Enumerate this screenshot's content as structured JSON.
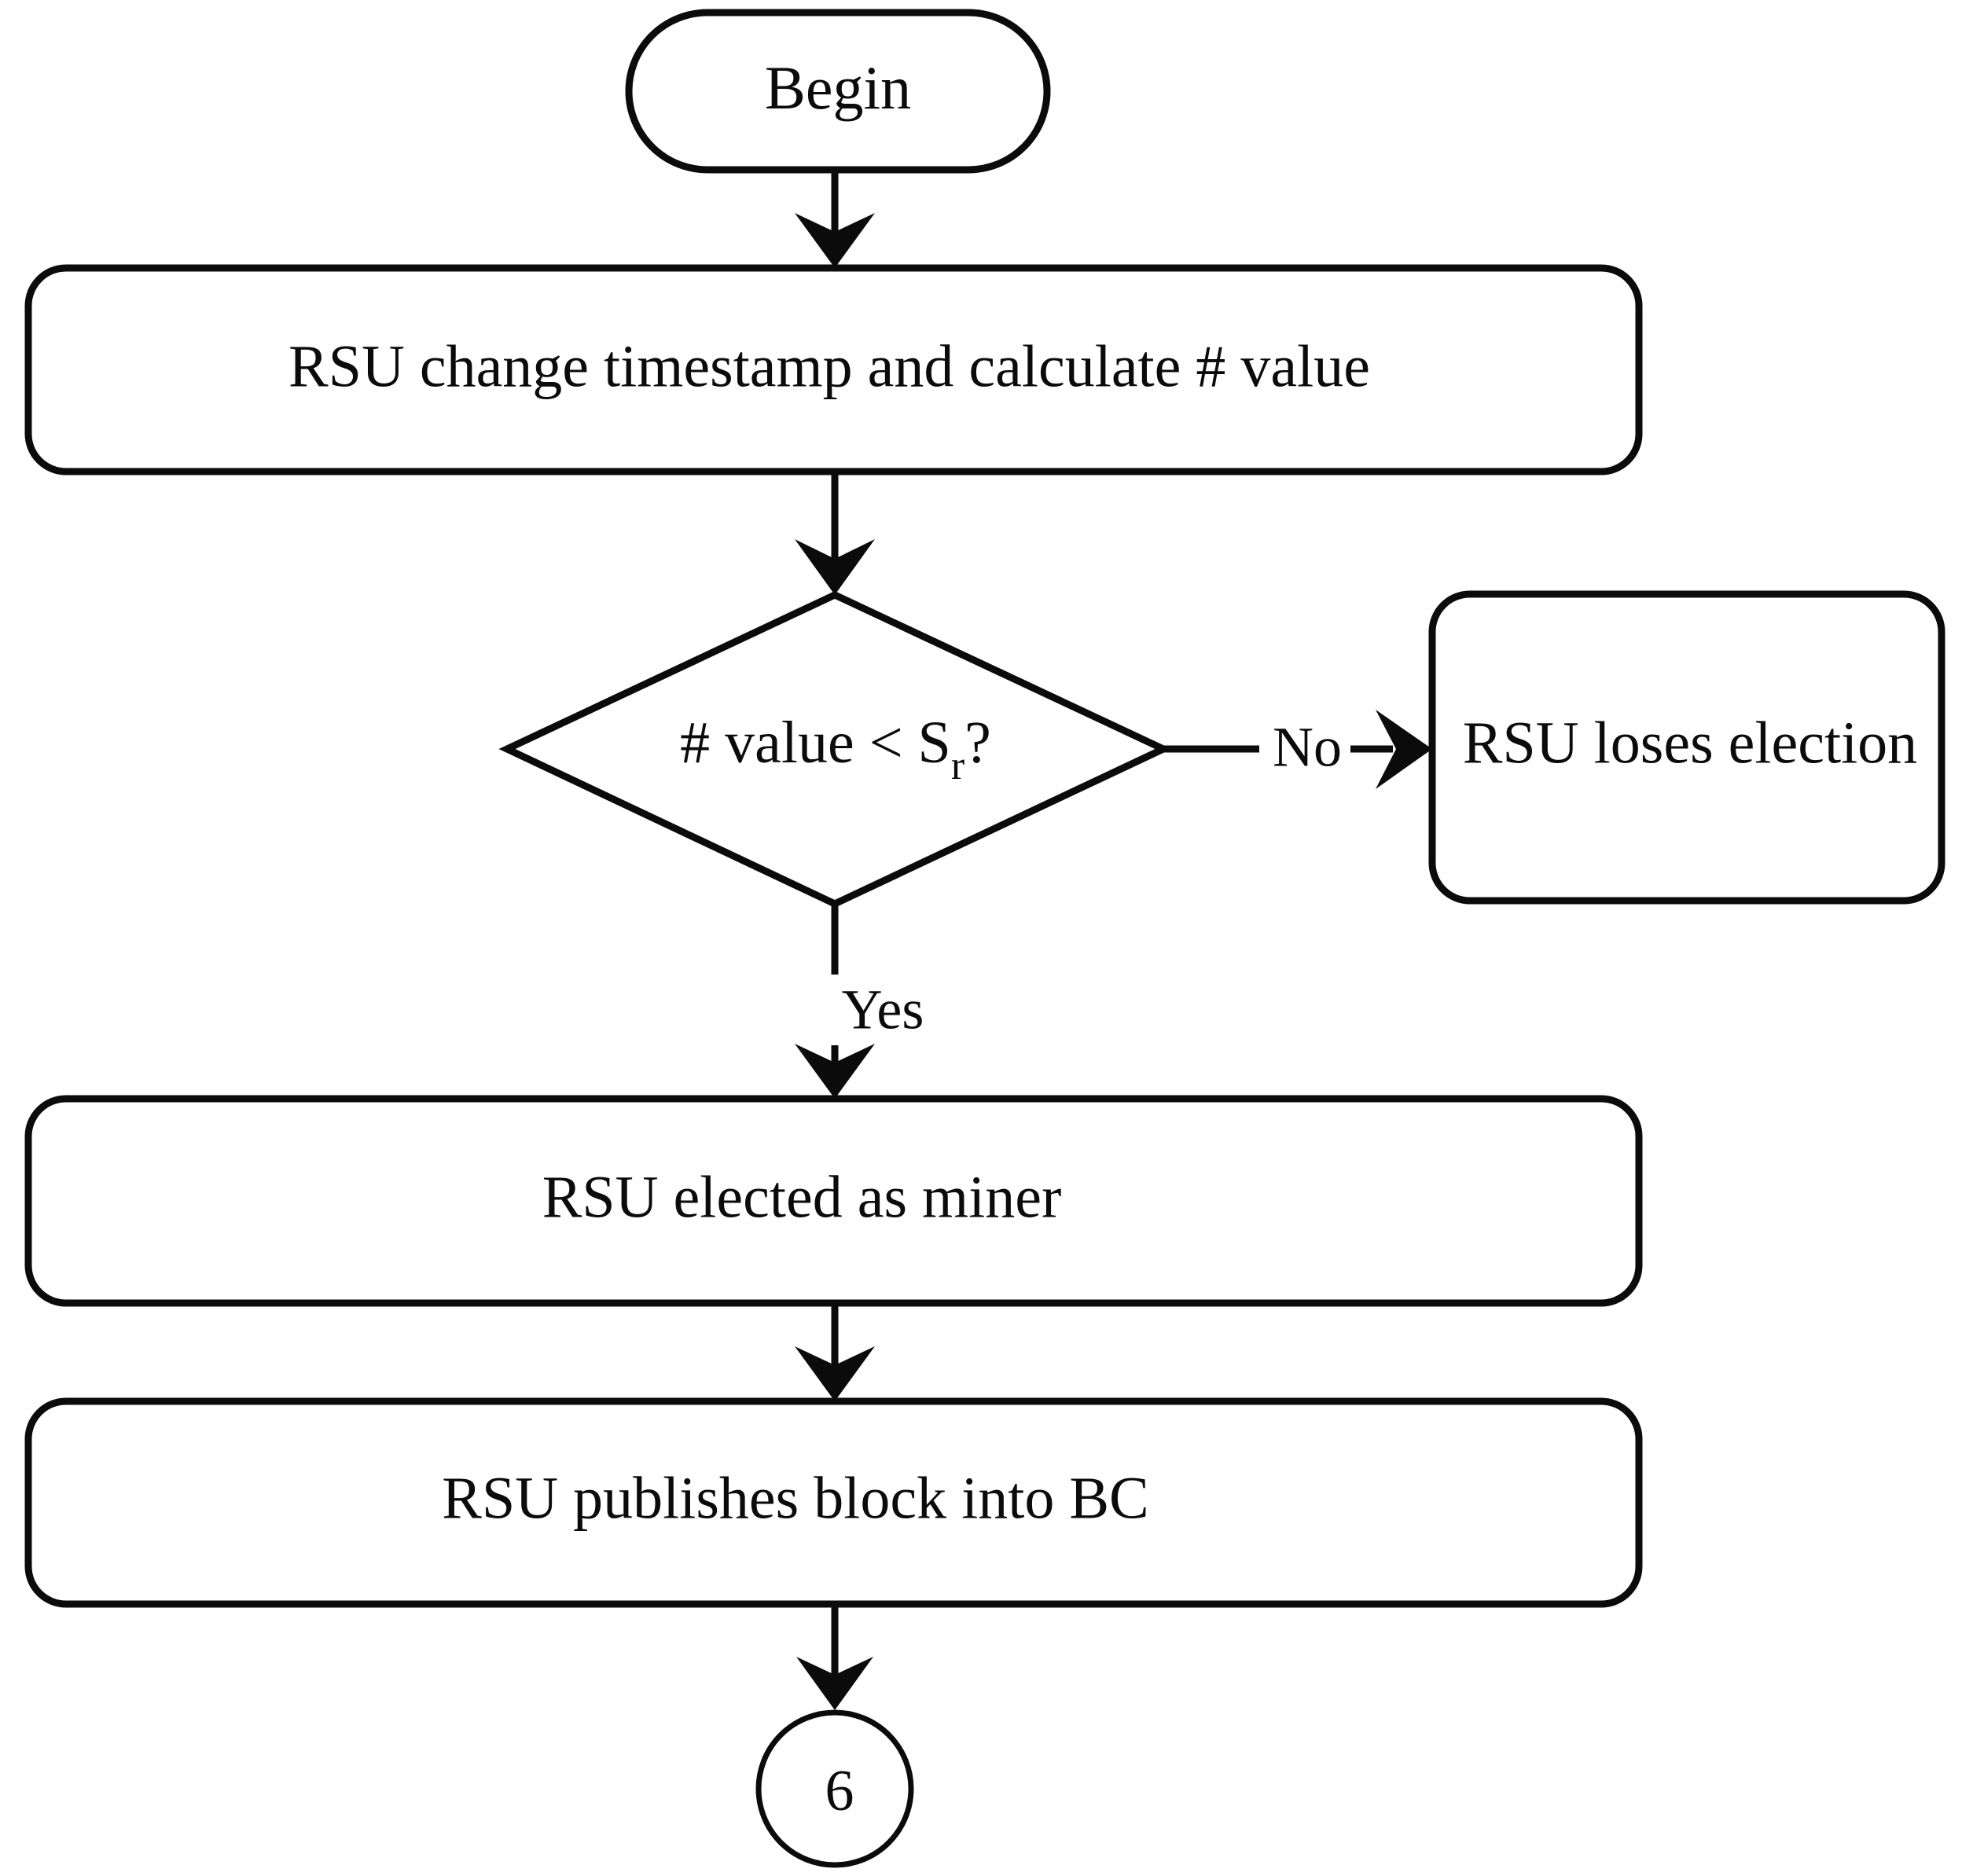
{
  "diagram": {
    "type": "flowchart",
    "title": "RSU miner election flowchart",
    "orientation": "top-to-bottom",
    "background_color": "#ffffff",
    "line_color": "#0b0b0b",
    "text_color": "#0b0b0b"
  },
  "nodes": {
    "begin": {
      "label": "Begin",
      "shape": "stadium",
      "role": "start-terminator"
    },
    "hash_calc": {
      "label": "RSU change timestamp and calculate # value",
      "shape": "rounded-rectangle",
      "role": "process"
    },
    "decision": {
      "label_prefix": "# value < S",
      "label_subscript": "r",
      "label_suffix": "?",
      "label_plain": "# value < Sr?",
      "shape": "diamond",
      "role": "decision"
    },
    "loses": {
      "label": "RSU loses election",
      "shape": "rounded-rectangle",
      "role": "process"
    },
    "elected": {
      "label": "RSU elected as miner",
      "shape": "rounded-rectangle",
      "role": "process"
    },
    "publishes": {
      "label": "RSU publishes block into BC",
      "shape": "rounded-rectangle",
      "role": "process"
    },
    "connector_six": {
      "label": "6",
      "shape": "circle",
      "role": "off-page-connector"
    }
  },
  "edges": [
    {
      "from": "begin",
      "to": "hash_calc",
      "label": "",
      "direction": "down"
    },
    {
      "from": "hash_calc",
      "to": "decision",
      "label": "",
      "direction": "down"
    },
    {
      "from": "decision",
      "to": "loses",
      "label": "No",
      "direction": "right"
    },
    {
      "from": "decision",
      "to": "elected",
      "label": "Yes",
      "direction": "down"
    },
    {
      "from": "elected",
      "to": "publishes",
      "label": "",
      "direction": "down"
    },
    {
      "from": "publishes",
      "to": "connector_six",
      "label": "",
      "direction": "down"
    }
  ],
  "edge_labels": {
    "no": "No",
    "yes": "Yes"
  }
}
